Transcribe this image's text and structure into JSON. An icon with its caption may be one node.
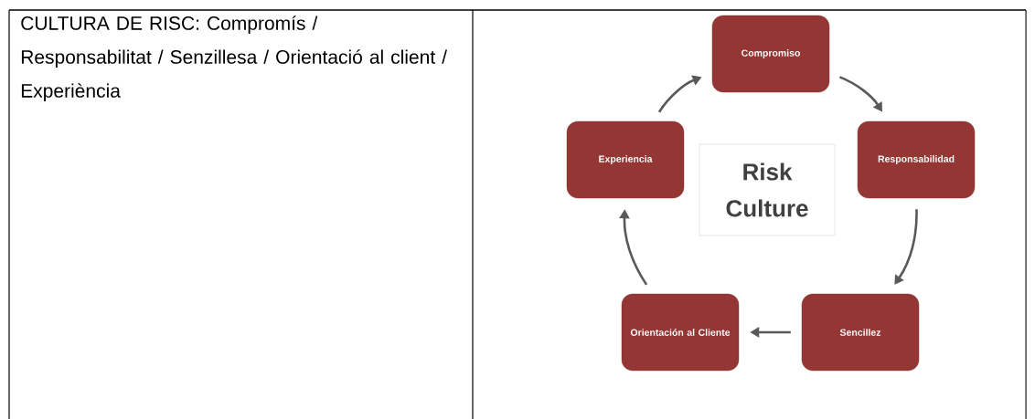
{
  "diagram": {
    "nodes": [
      {
        "text": [
          "Compromiso"
        ]
      },
      {
        "text": [
          "Responsabilidad"
        ]
      },
      {
        "text": [
          "Sencillez"
        ]
      },
      {
        "text": [
          "Orientación al Cliente"
        ]
      },
      {
        "text": [
          "Experiencia"
        ]
      },
      {
        "text": [
          "Risk Culture"
        ]
      }
    ],
    "edges": [
      {
        "from": 0,
        "to": 1,
        "arrow": "to"
      },
      {
        "from": 1,
        "to": 2,
        "arrow": "to"
      },
      {
        "from": 2,
        "to": 3,
        "arrow": "to"
      },
      {
        "from": 3,
        "to": 4,
        "arrow": "to"
      },
      {
        "from": 4,
        "to": 0,
        "arrow": "to"
      }
    ],
    "labels": [
      "CULTURA DE RISC: Compromís / Responsabilitat / Senzillesa / Orientació al client / Experiència"
    ]
  }
}
